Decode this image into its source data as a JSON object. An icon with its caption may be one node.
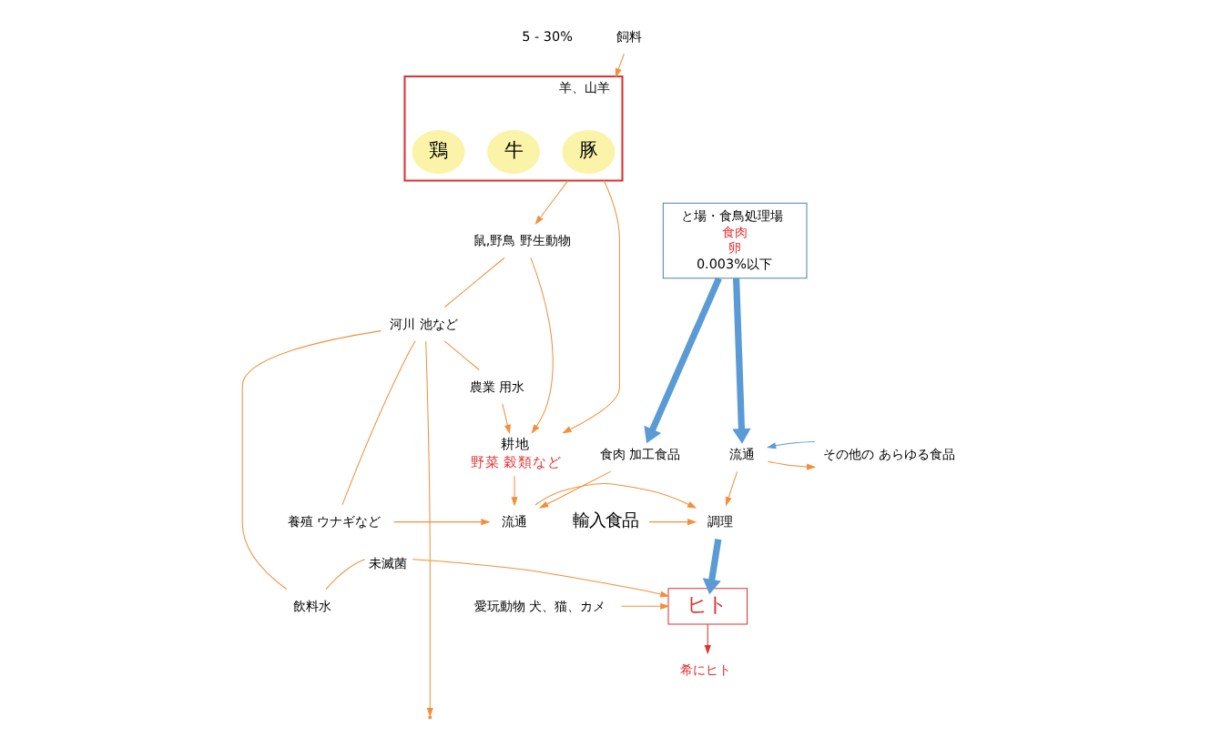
{
  "diagram": {
    "nodes": [
      {
        "text": [
          "羊、山羊"
        ],
        "beside": [
          "5 - 30%"
        ]
      },
      {
        "text": [
          "豚"
        ],
        "in": 0
      },
      {
        "text": [
          "牛"
        ],
        "in": 0
      },
      {
        "text": [
          "鶏"
        ],
        "in": 0
      },
      {
        "text": [
          "飼料"
        ]
      },
      {
        "text": [
          "鼠,野鳥 野生動物"
        ]
      },
      {
        "text": [
          "河川 池など"
        ]
      },
      {
        "text": [
          "農業 用水"
        ]
      },
      {
        "text": [
          "耕地",
          "野菜 穀類など"
        ]
      },
      {
        "text": [
          "と場・食鳥処理場",
          "食肉",
          "卵",
          "0.003%以下"
        ]
      },
      {
        "text": [
          "食肉 加工食品"
        ]
      },
      {
        "text": [
          "流通"
        ]
      },
      {
        "text": [
          "その他の あらゆる食品"
        ]
      },
      {
        "text": [
          "流通"
        ]
      },
      {
        "text": [
          "養殖 ウナギなど"
        ]
      },
      {
        "text": [
          "調理"
        ]
      },
      {
        "text": [
          "輸入食品"
        ]
      },
      {
        "text": [
          "飲料水"
        ]
      },
      {
        "text": [
          "ヒト"
        ]
      },
      {
        "text": [
          "愛玩動物 犬、猫、カメ"
        ]
      },
      {
        "text": [
          "希にヒト"
        ]
      }
    ],
    "edges": [
      {
        "from": 4,
        "to": 0,
        "arrow": "to"
      },
      {
        "from": 0,
        "to": 5,
        "arrow": "to"
      },
      {
        "from": 0,
        "to": 8,
        "arrow": "to"
      },
      {
        "from": 5,
        "to": 8,
        "arrow": "to"
      },
      {
        "from": 5,
        "to": 6,
        "arrow": "none"
      },
      {
        "from": 6,
        "to": 7,
        "arrow": "none"
      },
      {
        "from": 6,
        "to": 14,
        "arrow": "none"
      },
      {
        "from": 6,
        "to": 17,
        "arrow": "none"
      },
      {
        "from": 6,
        "to": null,
        "arrow": "to"
      },
      {
        "from": 7,
        "to": 8,
        "arrow": "to"
      },
      {
        "from": 9,
        "to": 10,
        "arrow": "to",
        "style": "thick",
        "color": "#5b9bd5"
      },
      {
        "from": 9,
        "to": 11,
        "arrow": "to",
        "style": "thick",
        "color": "#5b9bd5"
      },
      {
        "from": 11,
        "to": 12,
        "arrow": "to"
      },
      {
        "from": 12,
        "to": 11,
        "arrow": "to",
        "color": "#5b9bd5"
      },
      {
        "from": 10,
        "to": 13,
        "arrow": "to"
      },
      {
        "from": 8,
        "to": 13,
        "arrow": "to"
      },
      {
        "from": 14,
        "to": 13,
        "arrow": "to"
      },
      {
        "from": 11,
        "to": 15,
        "arrow": "to"
      },
      {
        "from": 13,
        "to": 15,
        "arrow": "to"
      },
      {
        "from": 16,
        "to": 15,
        "arrow": "to"
      },
      {
        "from": 15,
        "to": 18,
        "arrow": "to",
        "style": "thick",
        "color": "#5b9bd5"
      },
      {
        "from": 17,
        "to": 18,
        "arrow": "to",
        "label": "未滅菌"
      },
      {
        "from": 19,
        "to": 18,
        "arrow": "to"
      },
      {
        "from": 18,
        "to": 20,
        "arrow": "to",
        "color": "#e03030"
      }
    ]
  }
}
